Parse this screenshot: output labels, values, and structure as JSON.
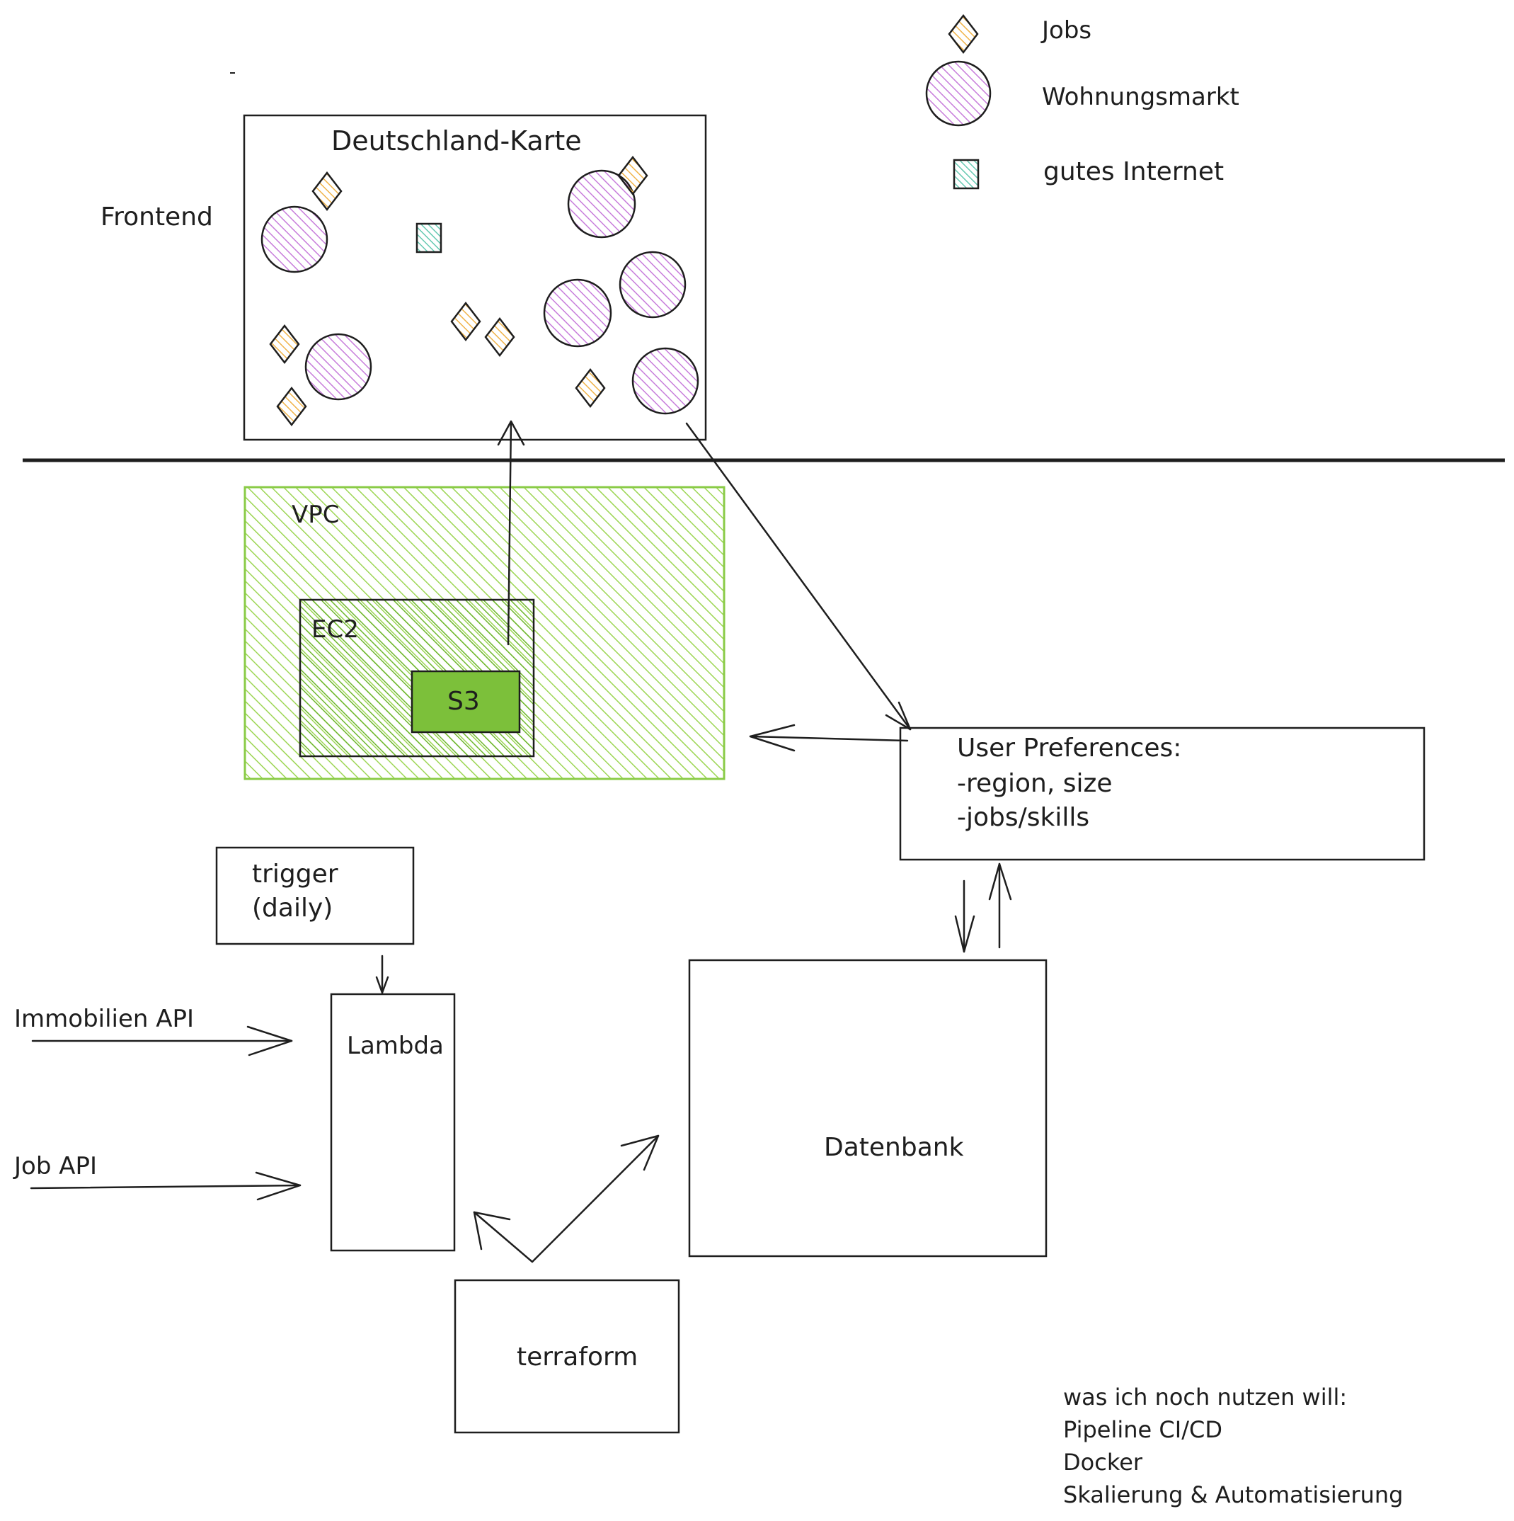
{
  "legend": {
    "jobs_label": "Jobs",
    "housing_label": "Wohnungsmarkt",
    "internet_label": "gutes Internet"
  },
  "frontend": {
    "label": "Frontend",
    "map_title": "Deutschland-Karte"
  },
  "vpc": {
    "label": "VPC"
  },
  "ec2": {
    "label": "EC2"
  },
  "s3": {
    "label": "S3"
  },
  "preferences": {
    "title": "User Preferences:",
    "line1": "-region, size",
    "line2": "-jobs/skills"
  },
  "trigger": {
    "line1": "trigger",
    "line2": "(daily)"
  },
  "lambda": {
    "label": "Lambda"
  },
  "apis": {
    "immobilien": "Immobilien API",
    "job": "Job API"
  },
  "database": {
    "label": "Datenbank"
  },
  "terraform": {
    "label": "terraform"
  },
  "notes": {
    "line1": "was ich noch nutzen will:",
    "line2": "Pipeline CI/CD",
    "line3": "Docker",
    "line4": "Skalierung & Automatisierung"
  },
  "colors": {
    "jobs": "#f5c26b",
    "housing": "#c77ddb",
    "internet": "#7fd6c2",
    "vpc_green": "#9dd654",
    "ec2_green": "#8acb47",
    "s3_green": "#7cc03a",
    "stroke": "#1e1e1e"
  }
}
